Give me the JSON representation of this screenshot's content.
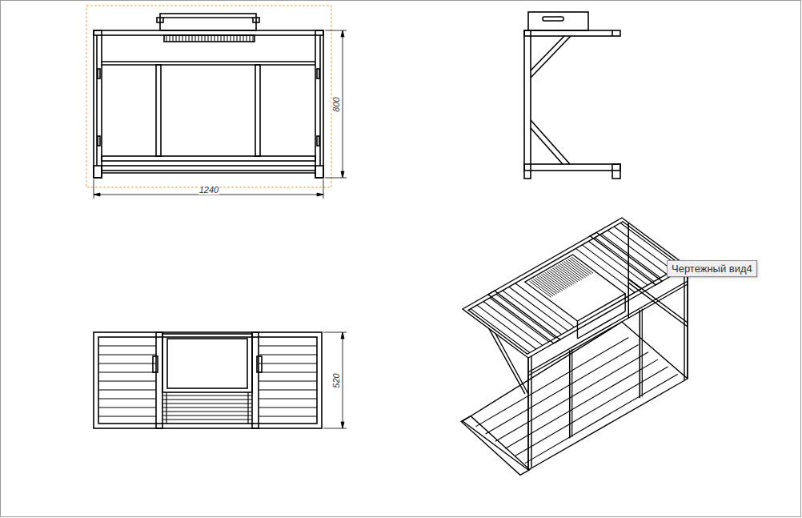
{
  "diagram": {
    "nodes": [
      {
        "text": [
          "Чертежный вид4"
        ]
      }
    ],
    "labels": [
      "800",
      "1240",
      "520"
    ]
  }
}
